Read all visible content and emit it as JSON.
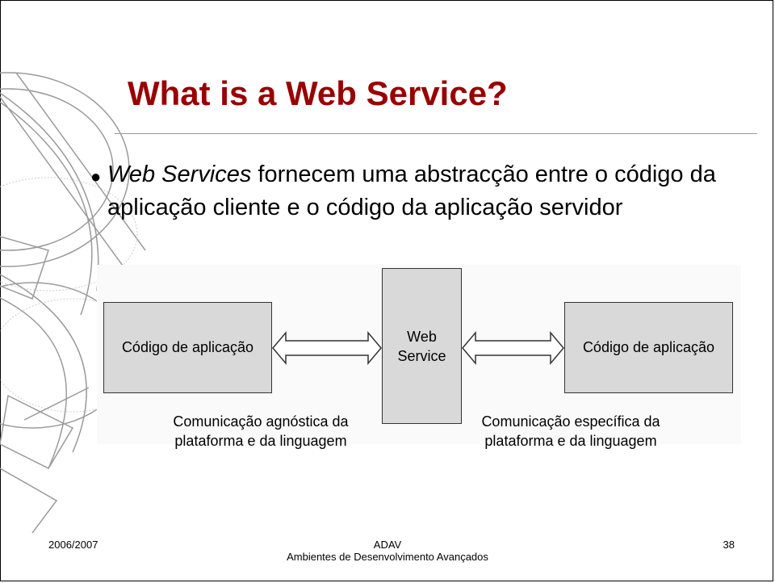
{
  "slide": {
    "title": "What is a Web Service?",
    "bullet": {
      "emphasis": "Web Services",
      "rest": " fornecem uma abstracção entre o código da aplicação cliente e o código da aplicação servidor"
    },
    "diagram": {
      "left_box": "Código de aplicação",
      "center_box_line1": "Web",
      "center_box_line2": "Service",
      "right_box": "Código de aplicação",
      "left_caption_line1": "Comunicação agnóstica da",
      "left_caption_line2": "plataforma e da linguagem",
      "right_caption_line1": "Comunicação específica da",
      "right_caption_line2": "plataforma e da linguagem"
    }
  },
  "footer": {
    "date": "2006/2007",
    "course_code": "ADAV",
    "course_name": "Ambientes de Desenvolvimento Avançados",
    "page_number": "38"
  },
  "colors": {
    "title": "#990000",
    "box_fill": "#d9d9d9"
  }
}
